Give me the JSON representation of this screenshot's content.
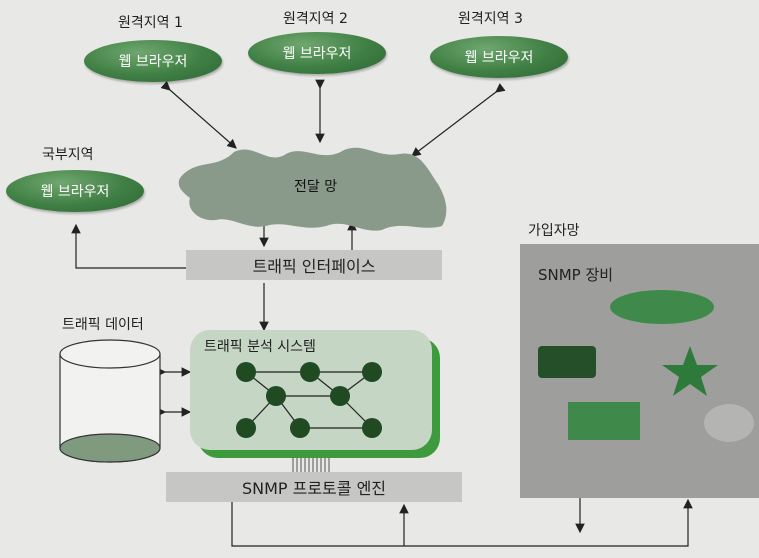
{
  "remote_sites": [
    {
      "title": "원격지역 1",
      "browser": "웹 브라우저"
    },
    {
      "title": "원격지역 2",
      "browser": "웹 브라우저"
    },
    {
      "title": "원격지역 3",
      "browser": "웹 브라우저"
    }
  ],
  "local_site": {
    "title": "국부지역",
    "browser": "웹 브라우저"
  },
  "transport_network": "전달 망",
  "traffic_interface": "트래픽 인터페이스",
  "traffic_database": "트래픽 데이터",
  "analysis_system": "트래픽 분석 시스템",
  "snmp_engine": "SNMP 프로토콜 엔진",
  "subscriber_network": {
    "title": "가입자망",
    "equipment": "SNMP 장비"
  },
  "colors": {
    "green_dark": "#2e6634",
    "green_mid": "#3f8a4a",
    "panel": "#9e9e9c",
    "bar": "#c6c6c4",
    "system_bg": "#c5d6c5"
  }
}
